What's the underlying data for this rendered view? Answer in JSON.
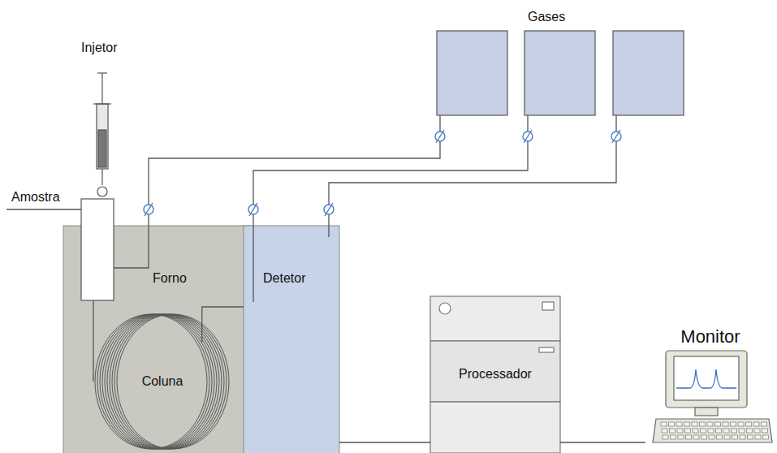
{
  "diagram": {
    "nodes": [
      {
        "text": [
          "Forno"
        ]
      },
      {
        "text": [
          "Detetor"
        ]
      },
      {
        "text": [
          "Coluna"
        ],
        "in": 0
      },
      {
        "text": [
          "Processador"
        ]
      },
      {
        "text": [
          "Monitor"
        ]
      }
    ],
    "edges": [
      {
        "from": 2,
        "to": 1,
        "arrow": "none"
      },
      {
        "from": 1,
        "to": 3,
        "arrow": "none"
      },
      {
        "from": 3,
        "to": 4,
        "arrow": "none"
      }
    ],
    "labels": [
      "Injetor",
      "Amostra",
      "Gases"
    ]
  }
}
